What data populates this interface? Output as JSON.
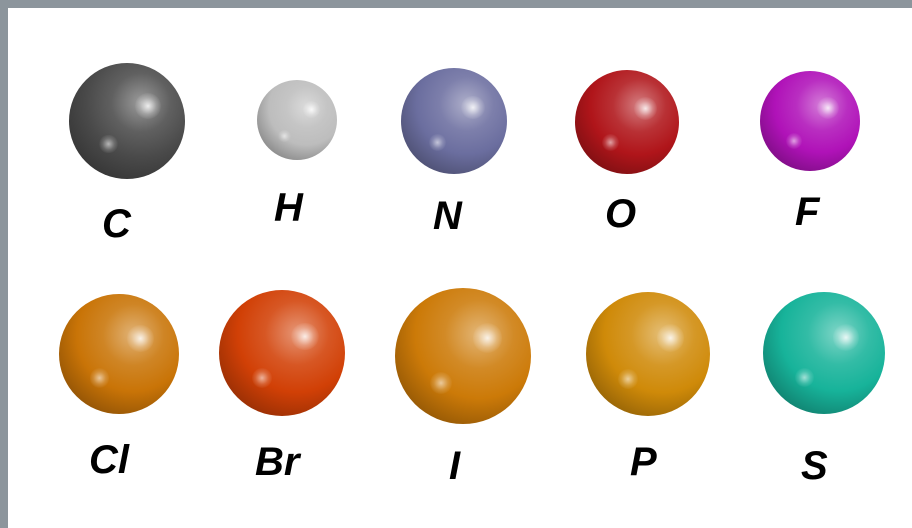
{
  "atoms": [
    {
      "symbol": "C",
      "color": "#4a4a4a"
    },
    {
      "symbol": "H",
      "color": "#bdbdbd"
    },
    {
      "symbol": "N",
      "color": "#6b6e9f"
    },
    {
      "symbol": "O",
      "color": "#b0151a"
    },
    {
      "symbol": "F",
      "color": "#b012b8"
    },
    {
      "symbol": "Cl",
      "color": "#c97407"
    },
    {
      "symbol": "Br",
      "color": "#d14006"
    },
    {
      "symbol": "I",
      "color": "#cc7a08"
    },
    {
      "symbol": "P",
      "color": "#cf8a09"
    },
    {
      "symbol": "S",
      "color": "#17b39a"
    }
  ]
}
